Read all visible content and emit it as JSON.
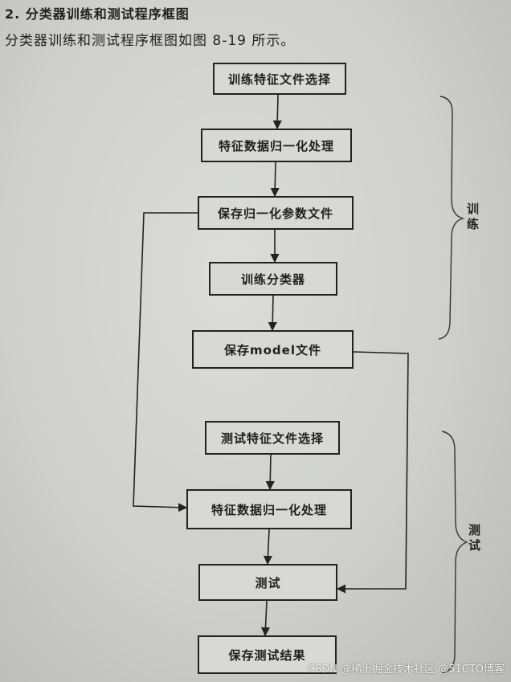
{
  "heading": "2. 分类器训练和测试程序框图",
  "intro": "分类器训练和测试程序框图如图 8-19 所示。",
  "boxes": {
    "b1": "训练特征文件选择",
    "b2": "特征数据归一化处理",
    "b3": "保存归一化参数文件",
    "b4": "训练分类器",
    "b5": "保存model文件",
    "b6": "测试特征文件选择",
    "b7": "特征数据归一化处理",
    "b8": "测试",
    "b9": "保存测试结果"
  },
  "labels": {
    "train": "训练",
    "test": "测试"
  },
  "watermark": "CSDN @稀土掘金技术社区 @51CTO博客"
}
